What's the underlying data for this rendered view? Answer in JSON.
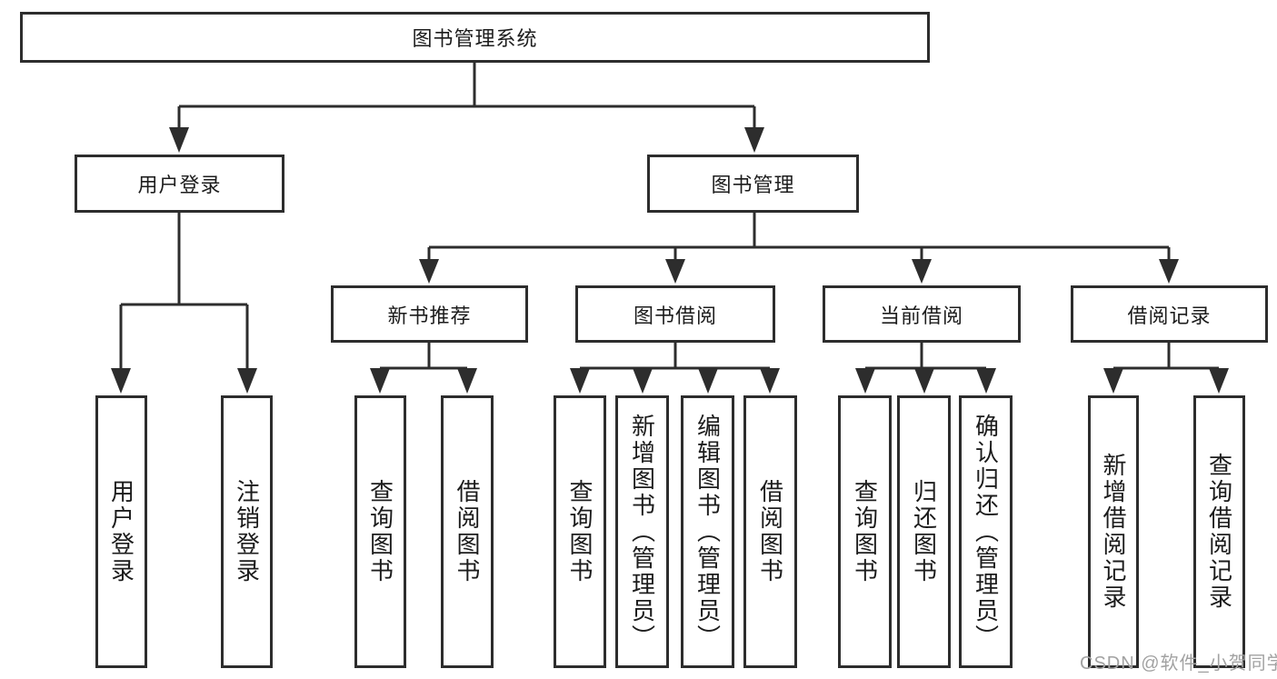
{
  "diagram": {
    "type": "hierarchy",
    "tree": {
      "label": "图书管理系统",
      "children": [
        {
          "label": "用户登录",
          "children": [
            {
              "label": "用户登录"
            },
            {
              "label": "注销登录"
            }
          ]
        },
        {
          "label": "图书管理",
          "children": [
            {
              "label": "新书推荐",
              "children": [
                {
                  "label": "查询图书"
                },
                {
                  "label": "借阅图书"
                }
              ]
            },
            {
              "label": "图书借阅",
              "children": [
                {
                  "label": "查询图书"
                },
                {
                  "label": "新增图书（管理员）"
                },
                {
                  "label": "编辑图书（管理员）"
                },
                {
                  "label": "借阅图书"
                }
              ]
            },
            {
              "label": "当前借阅",
              "children": [
                {
                  "label": "查询图书"
                },
                {
                  "label": "归还图书"
                },
                {
                  "label": "确认归还（管理员）"
                }
              ]
            },
            {
              "label": "借阅记录",
              "children": [
                {
                  "label": "新增借阅记录"
                },
                {
                  "label": "查询借阅记录"
                }
              ]
            }
          ]
        }
      ]
    },
    "line_color": "#2d2d2d",
    "box_background": "#ffffff"
  },
  "watermark": {
    "text": "CSDN @软件_小贺同学"
  }
}
